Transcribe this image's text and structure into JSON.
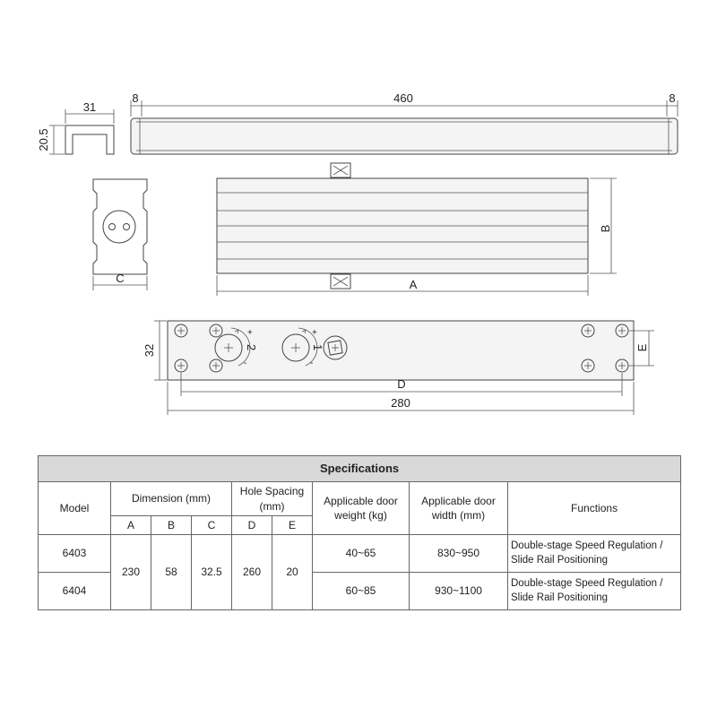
{
  "drawing": {
    "rail_profile": {
      "width_label": "31",
      "height_label": "20.5"
    },
    "rail_side": {
      "left_gap_label": "8",
      "length_label": "460",
      "right_gap_label": "8"
    },
    "closer_end": {
      "width_label": "C"
    },
    "closer_body": {
      "length_label": "A",
      "height_label": "B"
    },
    "mounting_plate": {
      "height_label": "32",
      "hole_spacing_label": "D",
      "length_label": "280",
      "hole_vertical_label": "E",
      "valve_labels": [
        "+",
        "2",
        "-",
        "+",
        "1",
        "-"
      ]
    }
  },
  "table": {
    "title": "Specifications",
    "headers": {
      "model": "Model",
      "dimension": "Dimension (mm)",
      "hole_spacing": "Hole Spacing (mm)",
      "door_weight": "Applicable door weight (kg)",
      "door_width": "Applicable door width (mm)",
      "functions": "Functions",
      "sub": [
        "A",
        "B",
        "C",
        "D",
        "E"
      ]
    },
    "shared": {
      "A": "230",
      "B": "58",
      "C": "32.5",
      "D": "260",
      "E": "20"
    },
    "rows": [
      {
        "model": "6403",
        "weight": "40~65",
        "width": "830~950",
        "function_line1": "Double-stage Speed Regulation /",
        "function_line2": "Slide Rail Positioning"
      },
      {
        "model": "6404",
        "weight": "60~85",
        "width": "930~1100",
        "function_line1": "Double-stage Speed Regulation /",
        "function_line2": "Slide Rail Positioning"
      }
    ]
  }
}
